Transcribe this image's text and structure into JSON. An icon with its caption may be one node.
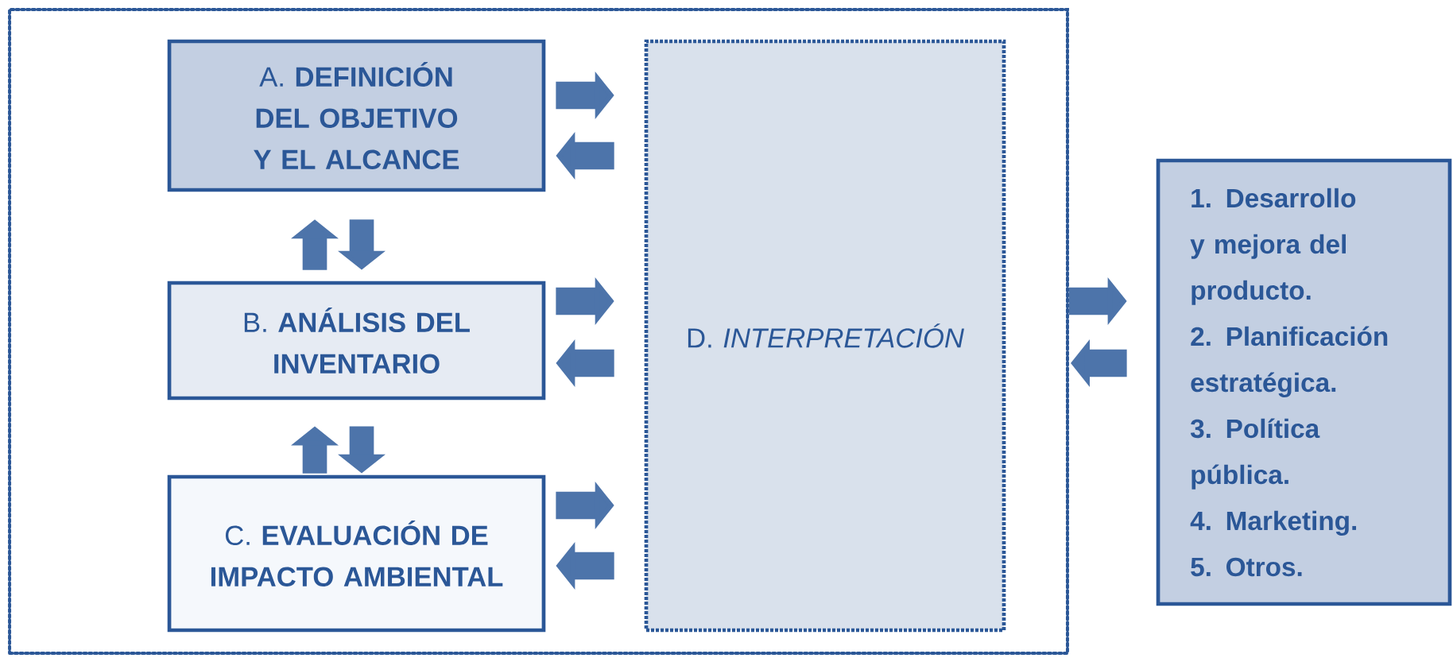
{
  "diagram": {
    "nodes": [
      {
        "text": [],
        "shape": "box"
      },
      {
        "text": [
          "A. **DEFINICIÓN DEL OBJETIVO Y EL ALCANCE**"
        ],
        "in": 0
      },
      {
        "text": [
          "B. **ANÁLISIS DEL INVENTARIO**"
        ],
        "in": 0
      },
      {
        "text": [
          "C. **EVALUACIÓN DE IMPACTO AMBIENTAL**"
        ],
        "in": 0
      },
      {
        "text": [
          "D. *INTERPRETACIÓN*"
        ],
        "in": 0
      },
      {
        "text": [
          "1. Desarrollo y mejora del producto.",
          "2. Planificación estratégica.",
          "3. Política pública.",
          "4. Marketing.",
          "5. Otros."
        ]
      }
    ],
    "edges": [
      {
        "from": 1,
        "to": 4,
        "arrow": "to"
      },
      {
        "from": 4,
        "to": 1,
        "arrow": "to"
      },
      {
        "from": 2,
        "to": 4,
        "arrow": "to"
      },
      {
        "from": 4,
        "to": 2,
        "arrow": "to"
      },
      {
        "from": 3,
        "to": 4,
        "arrow": "to"
      },
      {
        "from": 4,
        "to": 3,
        "arrow": "to"
      },
      {
        "from": 2,
        "to": 1,
        "arrow": "to"
      },
      {
        "from": 1,
        "to": 2,
        "arrow": "to"
      },
      {
        "from": 3,
        "to": 2,
        "arrow": "to"
      },
      {
        "from": 2,
        "to": 3,
        "arrow": "to"
      },
      {
        "from": 0,
        "to": 5,
        "arrow": "to"
      },
      {
        "from": 5,
        "to": 0,
        "arrow": "to"
      }
    ]
  }
}
